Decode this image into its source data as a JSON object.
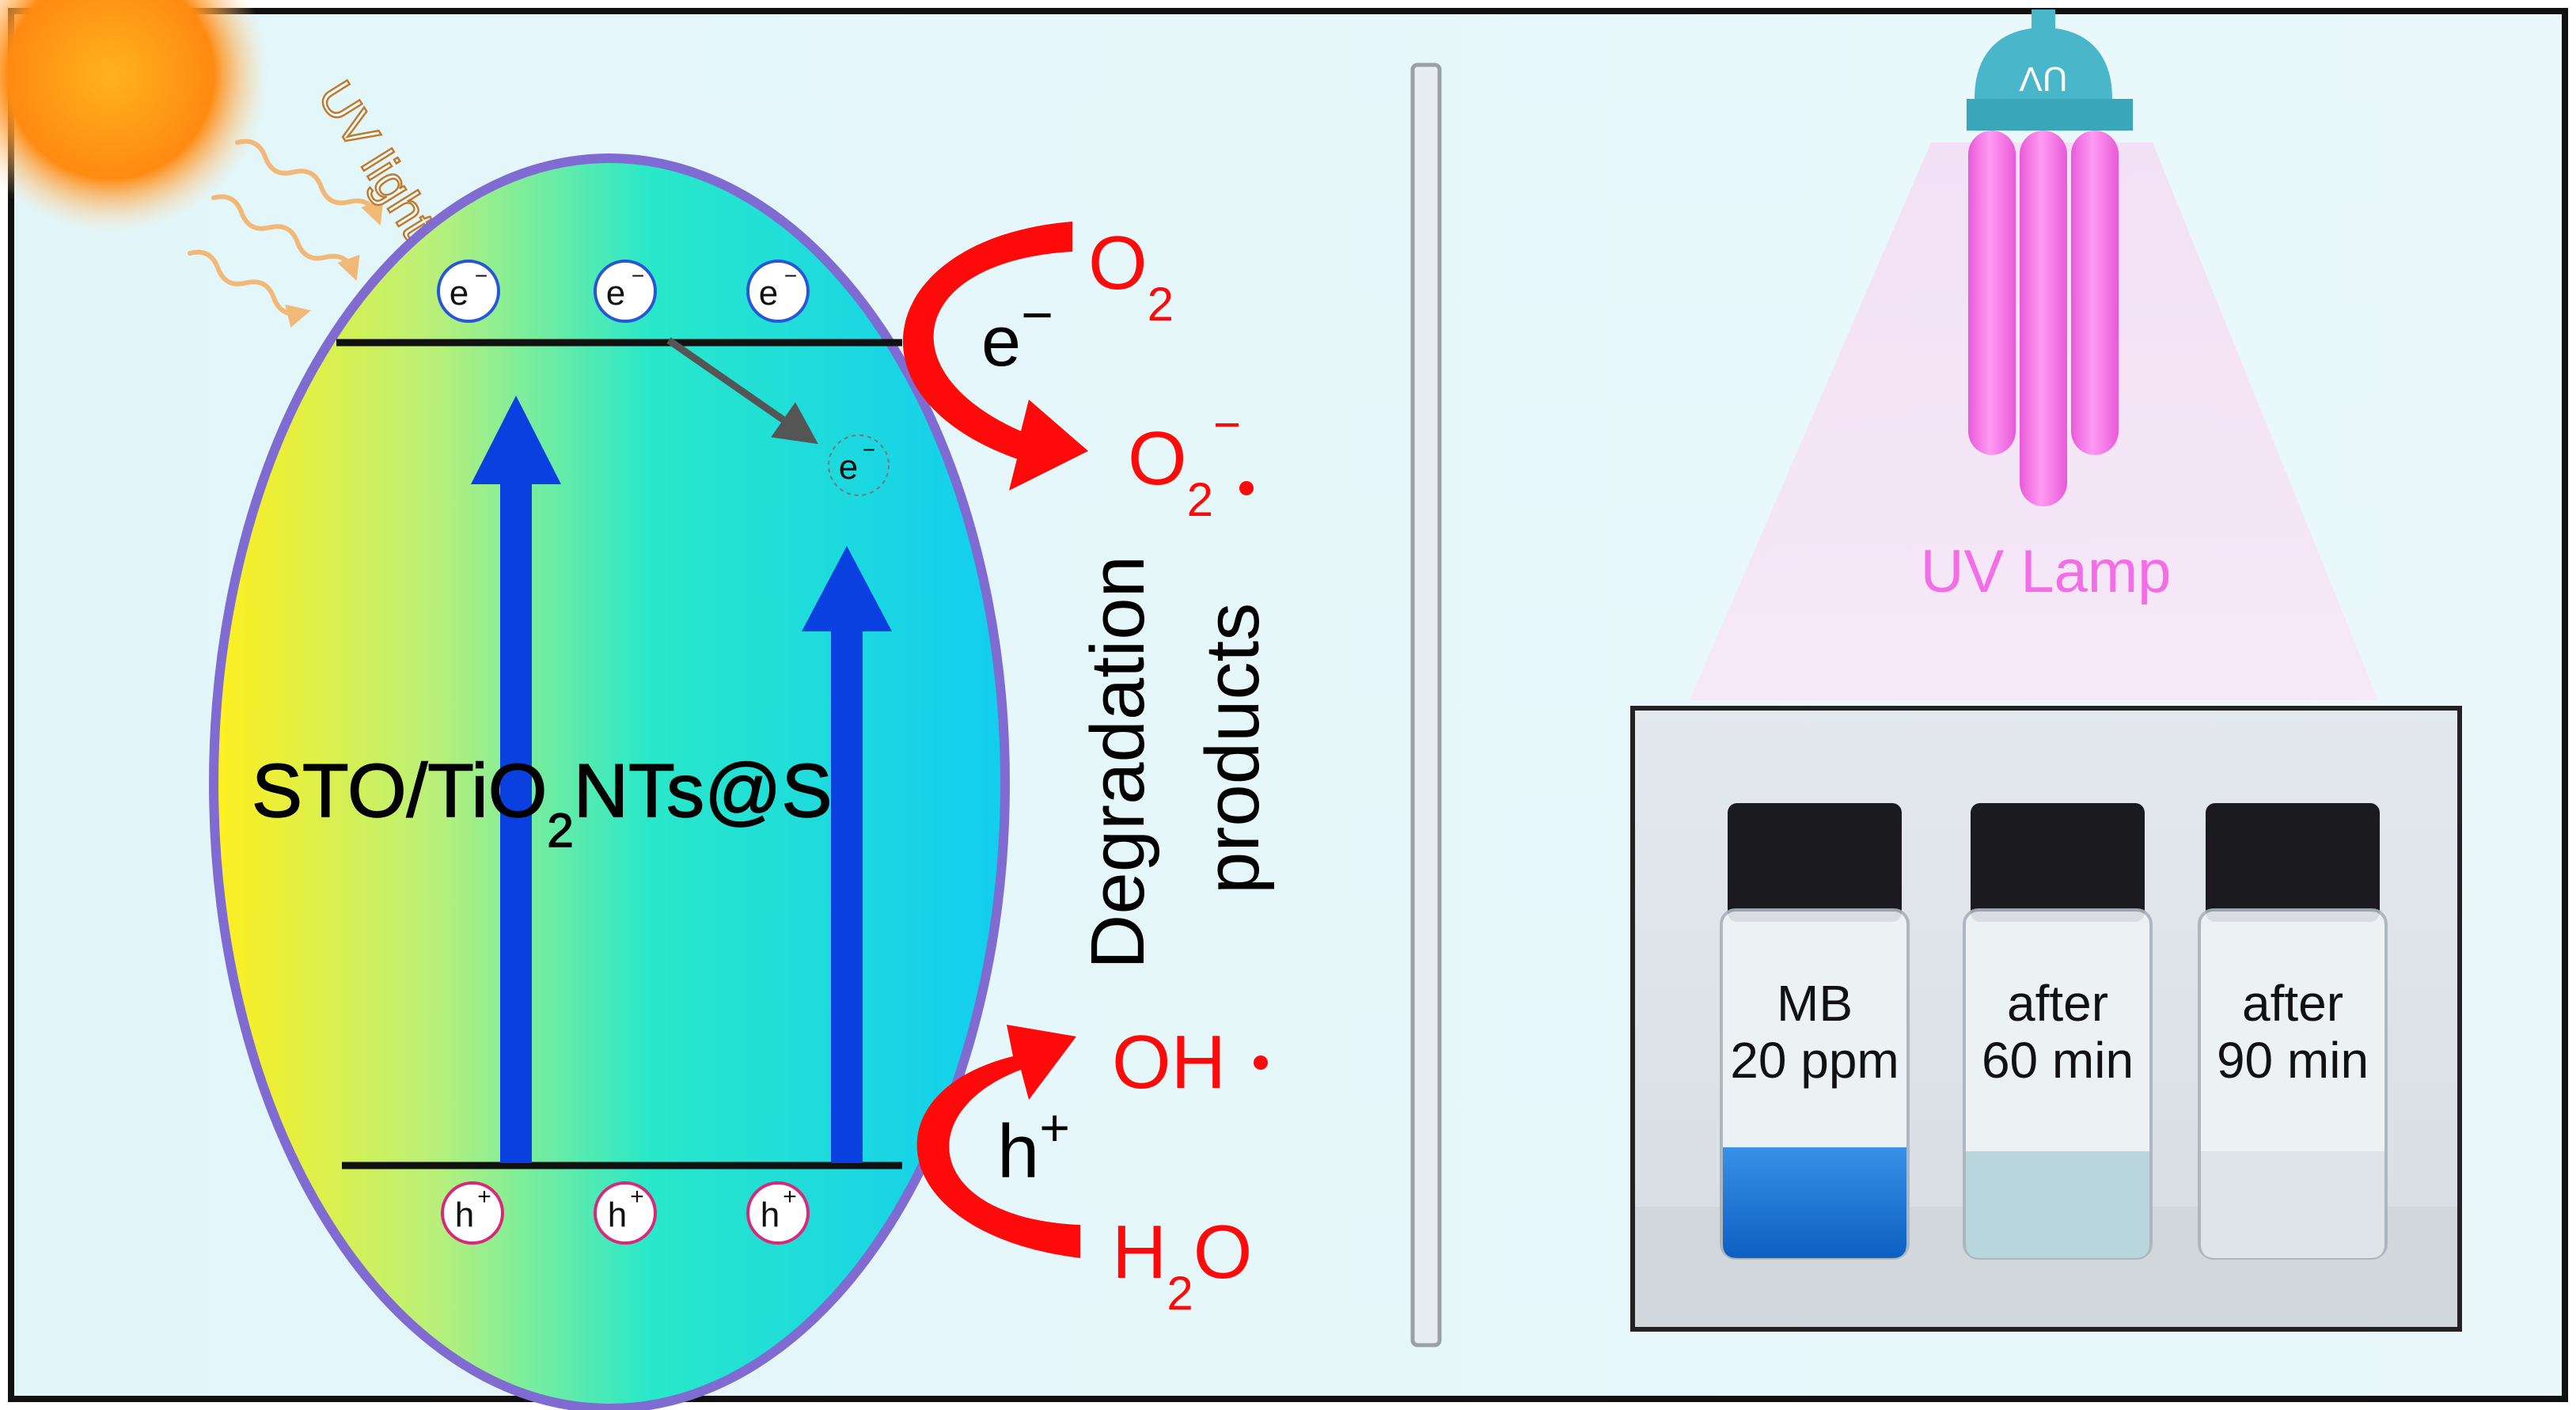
{
  "left_panel": {
    "uv_light_label": "UV light",
    "material_label_prefix": "STO/TiO",
    "material_label_sub": "2",
    "material_label_suffix": "NTs@S",
    "electron_label": "e",
    "electron_charge": "−",
    "hole_label": "h",
    "hole_charge": "+",
    "reduction": {
      "carrier": "e",
      "carrier_charge": "−",
      "reactant": "O",
      "reactant_sub": "2",
      "product": "O",
      "product_sub": "2",
      "product_charge": "−"
    },
    "oxidation": {
      "carrier": "h",
      "carrier_charge": "+",
      "reactant": "H",
      "reactant_sub": "2",
      "reactant_suffix": "O",
      "product": "OH"
    },
    "degradation_line1": "Degradation",
    "degradation_line2": "products"
  },
  "right_panel": {
    "lamp_cap_text": "UV",
    "lamp_label": "UV Lamp",
    "vials": [
      {
        "line1": "MB",
        "line2": "20 ppm"
      },
      {
        "line1": "after",
        "line2": "60 min"
      },
      {
        "line1": "after",
        "line2": "90 min"
      }
    ]
  },
  "colors": {
    "accent_red": "#ff0a0a",
    "arrow_blue": "#0a3fe0",
    "lamp_pink": "#f36ee6",
    "lamp_cap": "#49b6c9",
    "mb_blue": "#1c78d6"
  }
}
